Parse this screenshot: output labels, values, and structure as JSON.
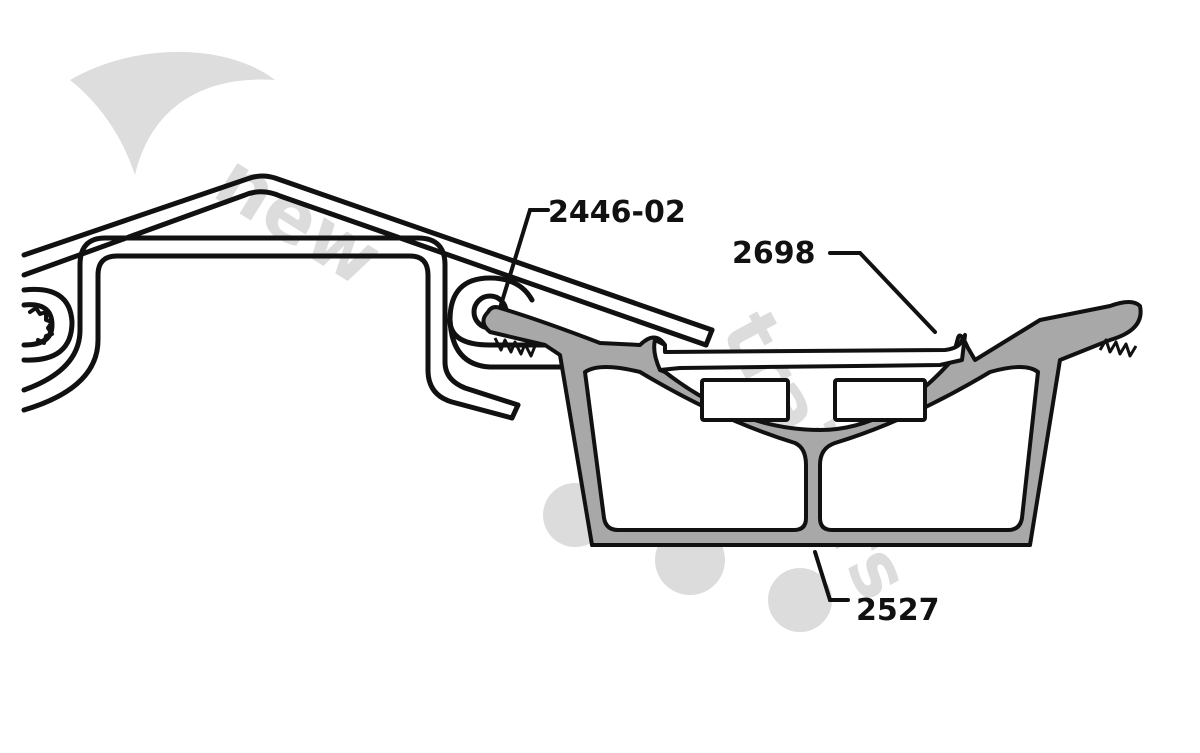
{
  "diagram": {
    "callouts": [
      {
        "id": "2446-02",
        "label": "2446-02"
      },
      {
        "id": "2698",
        "label": "2698"
      },
      {
        "id": "2527",
        "label": "2527"
      }
    ],
    "watermark": {
      "brand_word_1": "new",
      "brand_word_2": "trailers",
      "color": "#d9d9d9"
    },
    "colors": {
      "line": "#111111",
      "extrusion_fill": "#a8a8a8",
      "background": "#ffffff"
    }
  }
}
